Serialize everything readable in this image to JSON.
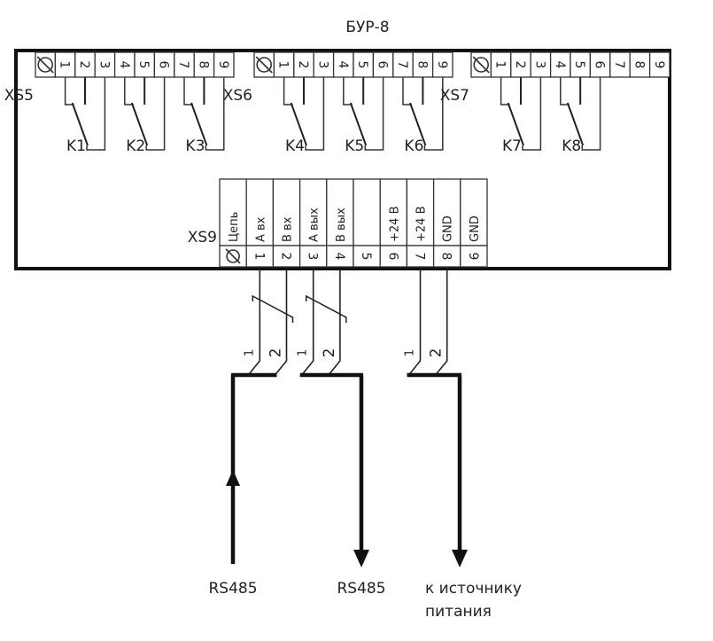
{
  "title": "БУР-8",
  "device": {
    "connectors_top": [
      {
        "id": "XS5",
        "pins": [
          "⌀",
          "1",
          "2",
          "3",
          "4",
          "5",
          "6",
          "7",
          "8",
          "9"
        ],
        "relays": [
          "K1",
          "K2",
          "K3"
        ]
      },
      {
        "id": "XS6",
        "pins": [
          "⌀",
          "1",
          "2",
          "3",
          "4",
          "5",
          "6",
          "7",
          "8",
          "9"
        ],
        "relays": [
          "K4",
          "K5",
          "K6"
        ]
      },
      {
        "id": "XS7",
        "pins": [
          "⌀",
          "1",
          "2",
          "3",
          "4",
          "5",
          "6",
          "7",
          "8",
          "9"
        ],
        "relays": [
          "K7",
          "K8"
        ]
      }
    ],
    "connector_bottom": {
      "id": "XS9",
      "pins": [
        {
          "num": "⌀",
          "name": "Цепь"
        },
        {
          "num": "1",
          "name": "A вх"
        },
        {
          "num": "2",
          "name": "B вх"
        },
        {
          "num": "3",
          "name": "A вых"
        },
        {
          "num": "4",
          "name": "B вых"
        },
        {
          "num": "5",
          "name": ""
        },
        {
          "num": "6",
          "name": "+24 В"
        },
        {
          "num": "7",
          "name": "+24 В"
        },
        {
          "num": "8",
          "name": "GND"
        },
        {
          "num": "9",
          "name": "GND"
        }
      ]
    }
  },
  "cables": [
    {
      "pins": [
        "1",
        "2"
      ],
      "wire_labels": [
        "1",
        "2"
      ],
      "twisted": true,
      "direction": "in",
      "label": "RS485"
    },
    {
      "pins": [
        "3",
        "4"
      ],
      "wire_labels": [
        "1",
        "2"
      ],
      "twisted": true,
      "direction": "out",
      "label": "RS485"
    },
    {
      "pins": [
        "7",
        "8"
      ],
      "wire_labels": [
        "1",
        "2"
      ],
      "twisted": false,
      "direction": "out",
      "label": "к источнику питания",
      "label_lines": [
        "к источнику",
        "питания"
      ]
    }
  ]
}
